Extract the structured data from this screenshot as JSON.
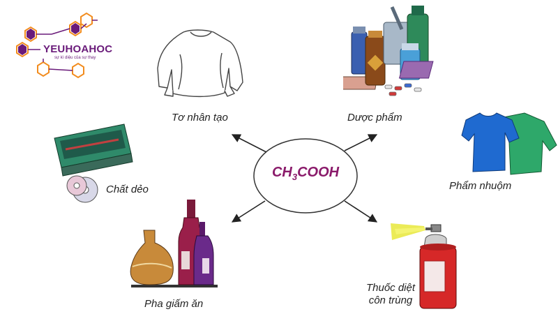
{
  "logo": {
    "name": "YEUHOAHOC",
    "tagline": "sự kì diệu của sự thay"
  },
  "center": {
    "formula_prefix": "CH",
    "formula_sub": "3",
    "formula_suffix": "COOH"
  },
  "applications": [
    {
      "id": "to-nhan-tao",
      "label": "Tơ nhân tạo",
      "icon": "shirt-outline-icon"
    },
    {
      "id": "duoc-pham",
      "label": "Dược phẩm",
      "icon": "medicine-bottles-icon"
    },
    {
      "id": "pham-nhuom",
      "label": "Phẩm nhuộm",
      "icon": "dyed-clothes-icon"
    },
    {
      "id": "chat-deo",
      "label": "Chất dẻo",
      "icon": "plastic-case-and-discs-icon"
    },
    {
      "id": "pha-giam-an",
      "label": "Pha giấm ăn",
      "icon": "vinegar-bottles-icon"
    },
    {
      "id": "thuoc-diet-con-trung",
      "label_line1": "Thuốc diệt",
      "label_line2": "côn trùng",
      "icon": "insecticide-spray-icon"
    }
  ],
  "colors": {
    "center_text": "#8a1a6a",
    "logo": "#6a1b7a",
    "logo_hex_border": "#f28c1e",
    "arrow": "#222222"
  }
}
